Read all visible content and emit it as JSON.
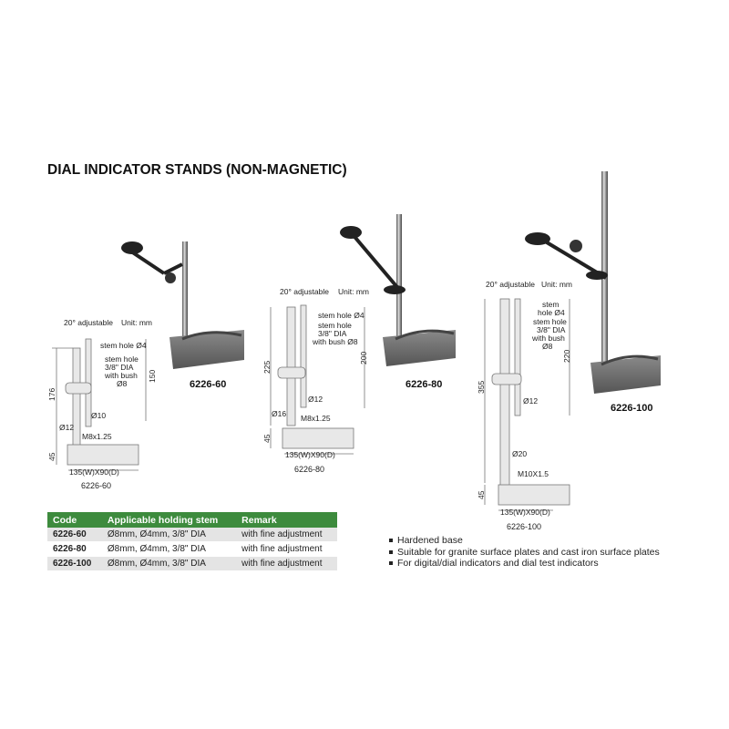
{
  "title": "DIAL INDICATOR STANDS (NON-MAGNETIC)",
  "products": [
    {
      "model": "6226-60",
      "caption": "6226-60",
      "adjustable": "20° adjustable",
      "unit": "Unit: mm",
      "labels": {
        "stem_hole_4": "stem hole Ø4",
        "stem_hole_38_a": "stem hole",
        "stem_hole_38_b": "3/8\" DIA",
        "bush_a": "with bush",
        "bush_b": "Ø8",
        "height": "176",
        "range": "150",
        "stem_dia": "Ø10",
        "post_dia": "Ø12",
        "thread": "M8x1.25",
        "base_h": "45",
        "base_size": "135(W)X90(D)"
      }
    },
    {
      "model": "6226-80",
      "caption": "6226-80",
      "adjustable": "20° adjustable",
      "unit": "Unit: mm",
      "labels": {
        "stem_hole_4": "stem hole Ø4",
        "stem_hole_38_a": "stem hole",
        "stem_hole_38_b": "3/8\" DIA",
        "bush": "with bush Ø8",
        "height": "225",
        "range": "200",
        "stem_dia": "Ø12",
        "post_dia": "Ø16",
        "thread": "M8x1.25",
        "base_h": "45",
        "base_size": "135(W)X90(D)"
      }
    },
    {
      "model": "6226-100",
      "caption": "6226-100",
      "adjustable": "20° adjustable",
      "unit": "Unit: mm",
      "labels": {
        "stem_a": "stem",
        "stem_b": "hole Ø4",
        "stem_hole_38_a": "stem hole",
        "stem_hole_38_b": "3/8\" DIA",
        "bush_a": "with bush",
        "bush_b": "Ø8",
        "height": "355",
        "range": "220",
        "stem_dia": "Ø12",
        "post_dia": "Ø20",
        "thread": "M10X1.5",
        "base_h": "45",
        "base_size": "135(W)X90(D)"
      }
    }
  ],
  "table": {
    "headers": [
      "Code",
      "Applicable holding stem",
      "Remark"
    ],
    "rows": [
      [
        "6226-60",
        "Ø8mm, Ø4mm, 3/8\" DIA",
        "with fine adjustment"
      ],
      [
        "6226-80",
        "Ø8mm, Ø4mm, 3/8\" DIA",
        "with fine adjustment"
      ],
      [
        "6226-100",
        "Ø8mm, Ø4mm, 3/8\" DIA",
        "with fine adjustment"
      ]
    ]
  },
  "features": [
    "Hardened base",
    "Suitable for granite surface plates and cast iron surface plates",
    "For digital/dial indicators and dial test indicators"
  ],
  "colors": {
    "table_header": "#3d8b3d",
    "base_gray": "#6e6e6e"
  }
}
